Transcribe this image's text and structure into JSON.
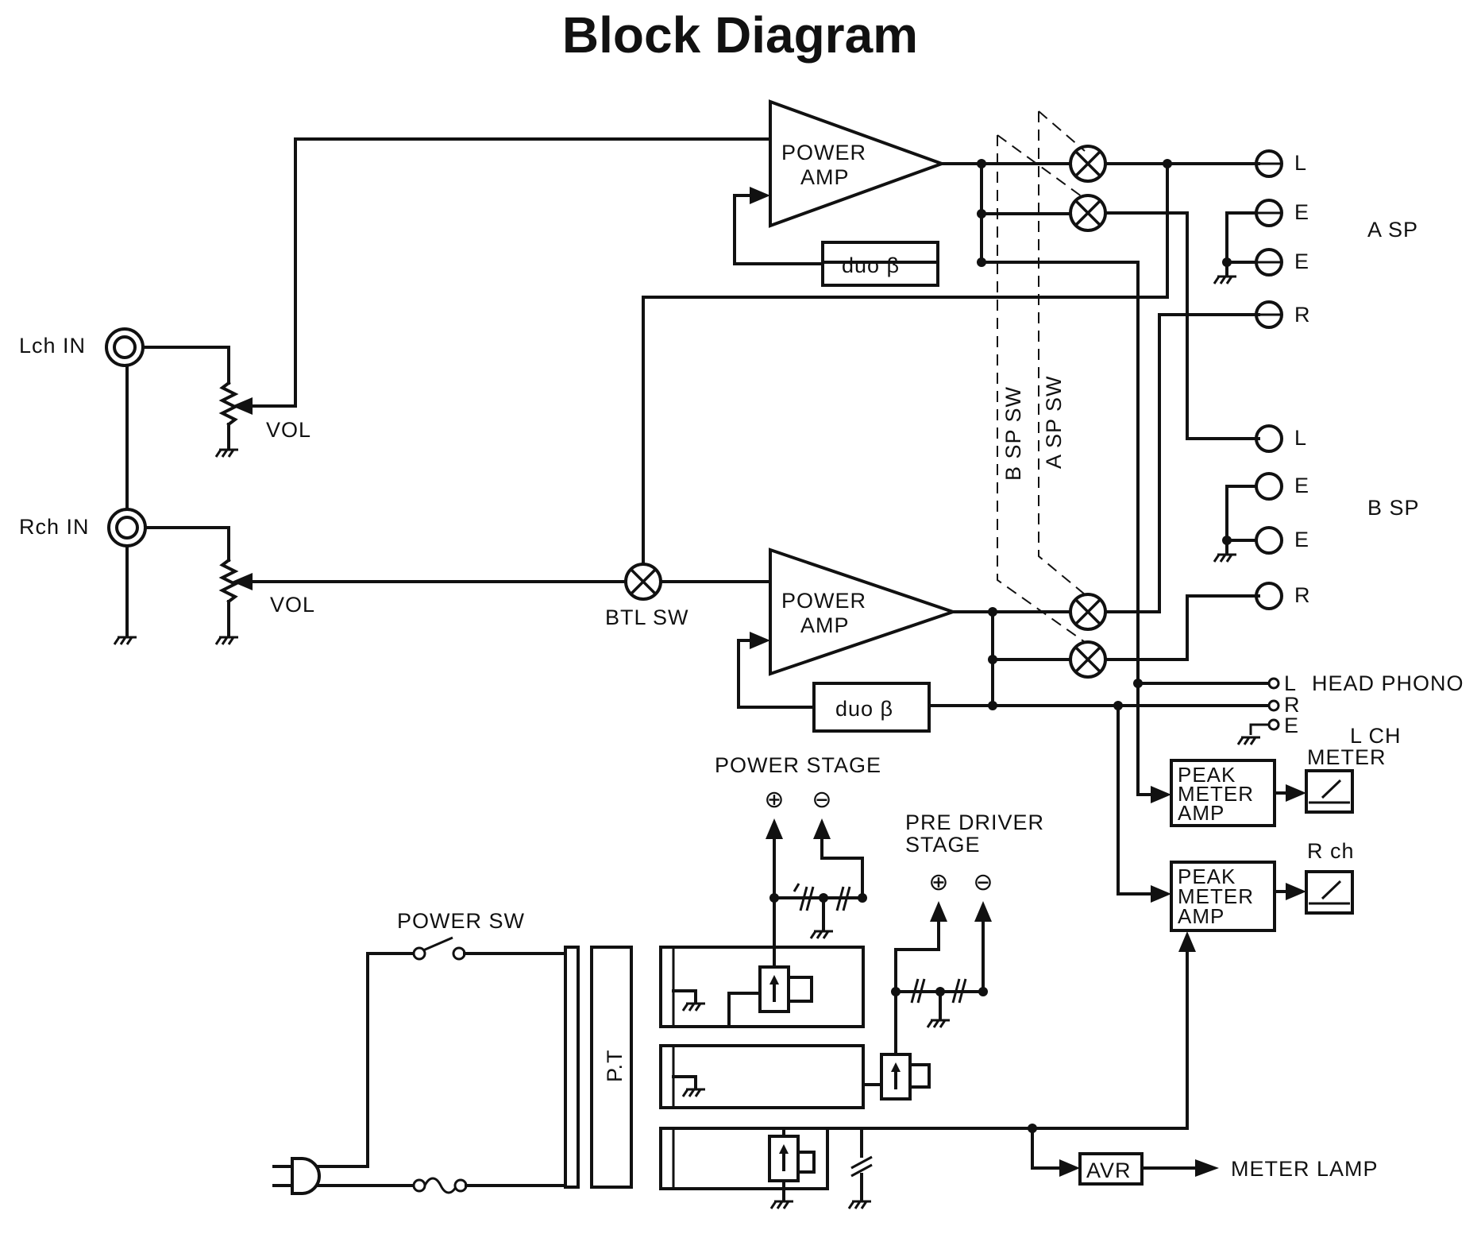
{
  "title": "Block Diagram",
  "inputs": {
    "lch_in": "Lch IN",
    "rch_in": "Rch IN",
    "vol_l": "VOL",
    "vol_r": "VOL"
  },
  "amps": {
    "top": {
      "line1": "POWER",
      "line2": "AMP"
    },
    "bottom": {
      "line1": "POWER",
      "line2": "AMP"
    }
  },
  "duo_beta": {
    "top": "duo  β",
    "bottom": "duo  β"
  },
  "switches": {
    "btl_sw": "BTL SW",
    "b_sp_sw": "B SP SW",
    "a_sp_sw": "A SP SW",
    "power_sw": "POWER SW"
  },
  "a_sp": {
    "label": "A SP",
    "terminals": [
      "L",
      "E",
      "E",
      "R"
    ]
  },
  "b_sp": {
    "label": "B SP",
    "terminals": [
      "L",
      "E",
      "E",
      "R"
    ]
  },
  "head_phono": {
    "label": "HEAD PHONO",
    "terminals": [
      "L",
      "R",
      "E"
    ]
  },
  "meters": {
    "peak_amp_top": [
      "PEAK",
      "METER",
      "AMP"
    ],
    "peak_amp_bottom": [
      "PEAK",
      "METER",
      "AMP"
    ],
    "l_ch_line1": "L CH",
    "l_ch_line2": "METER",
    "r_ch": "R ch"
  },
  "power_supply": {
    "power_stage": "POWER STAGE",
    "pre_driver_line1": "PRE DRIVER",
    "pre_driver_line2": "STAGE",
    "plus_symbol": "⊕",
    "minus_symbol": "⊖",
    "transformer": "P.T",
    "avr": "AVR",
    "meter_lamp": "METER LAMP"
  }
}
